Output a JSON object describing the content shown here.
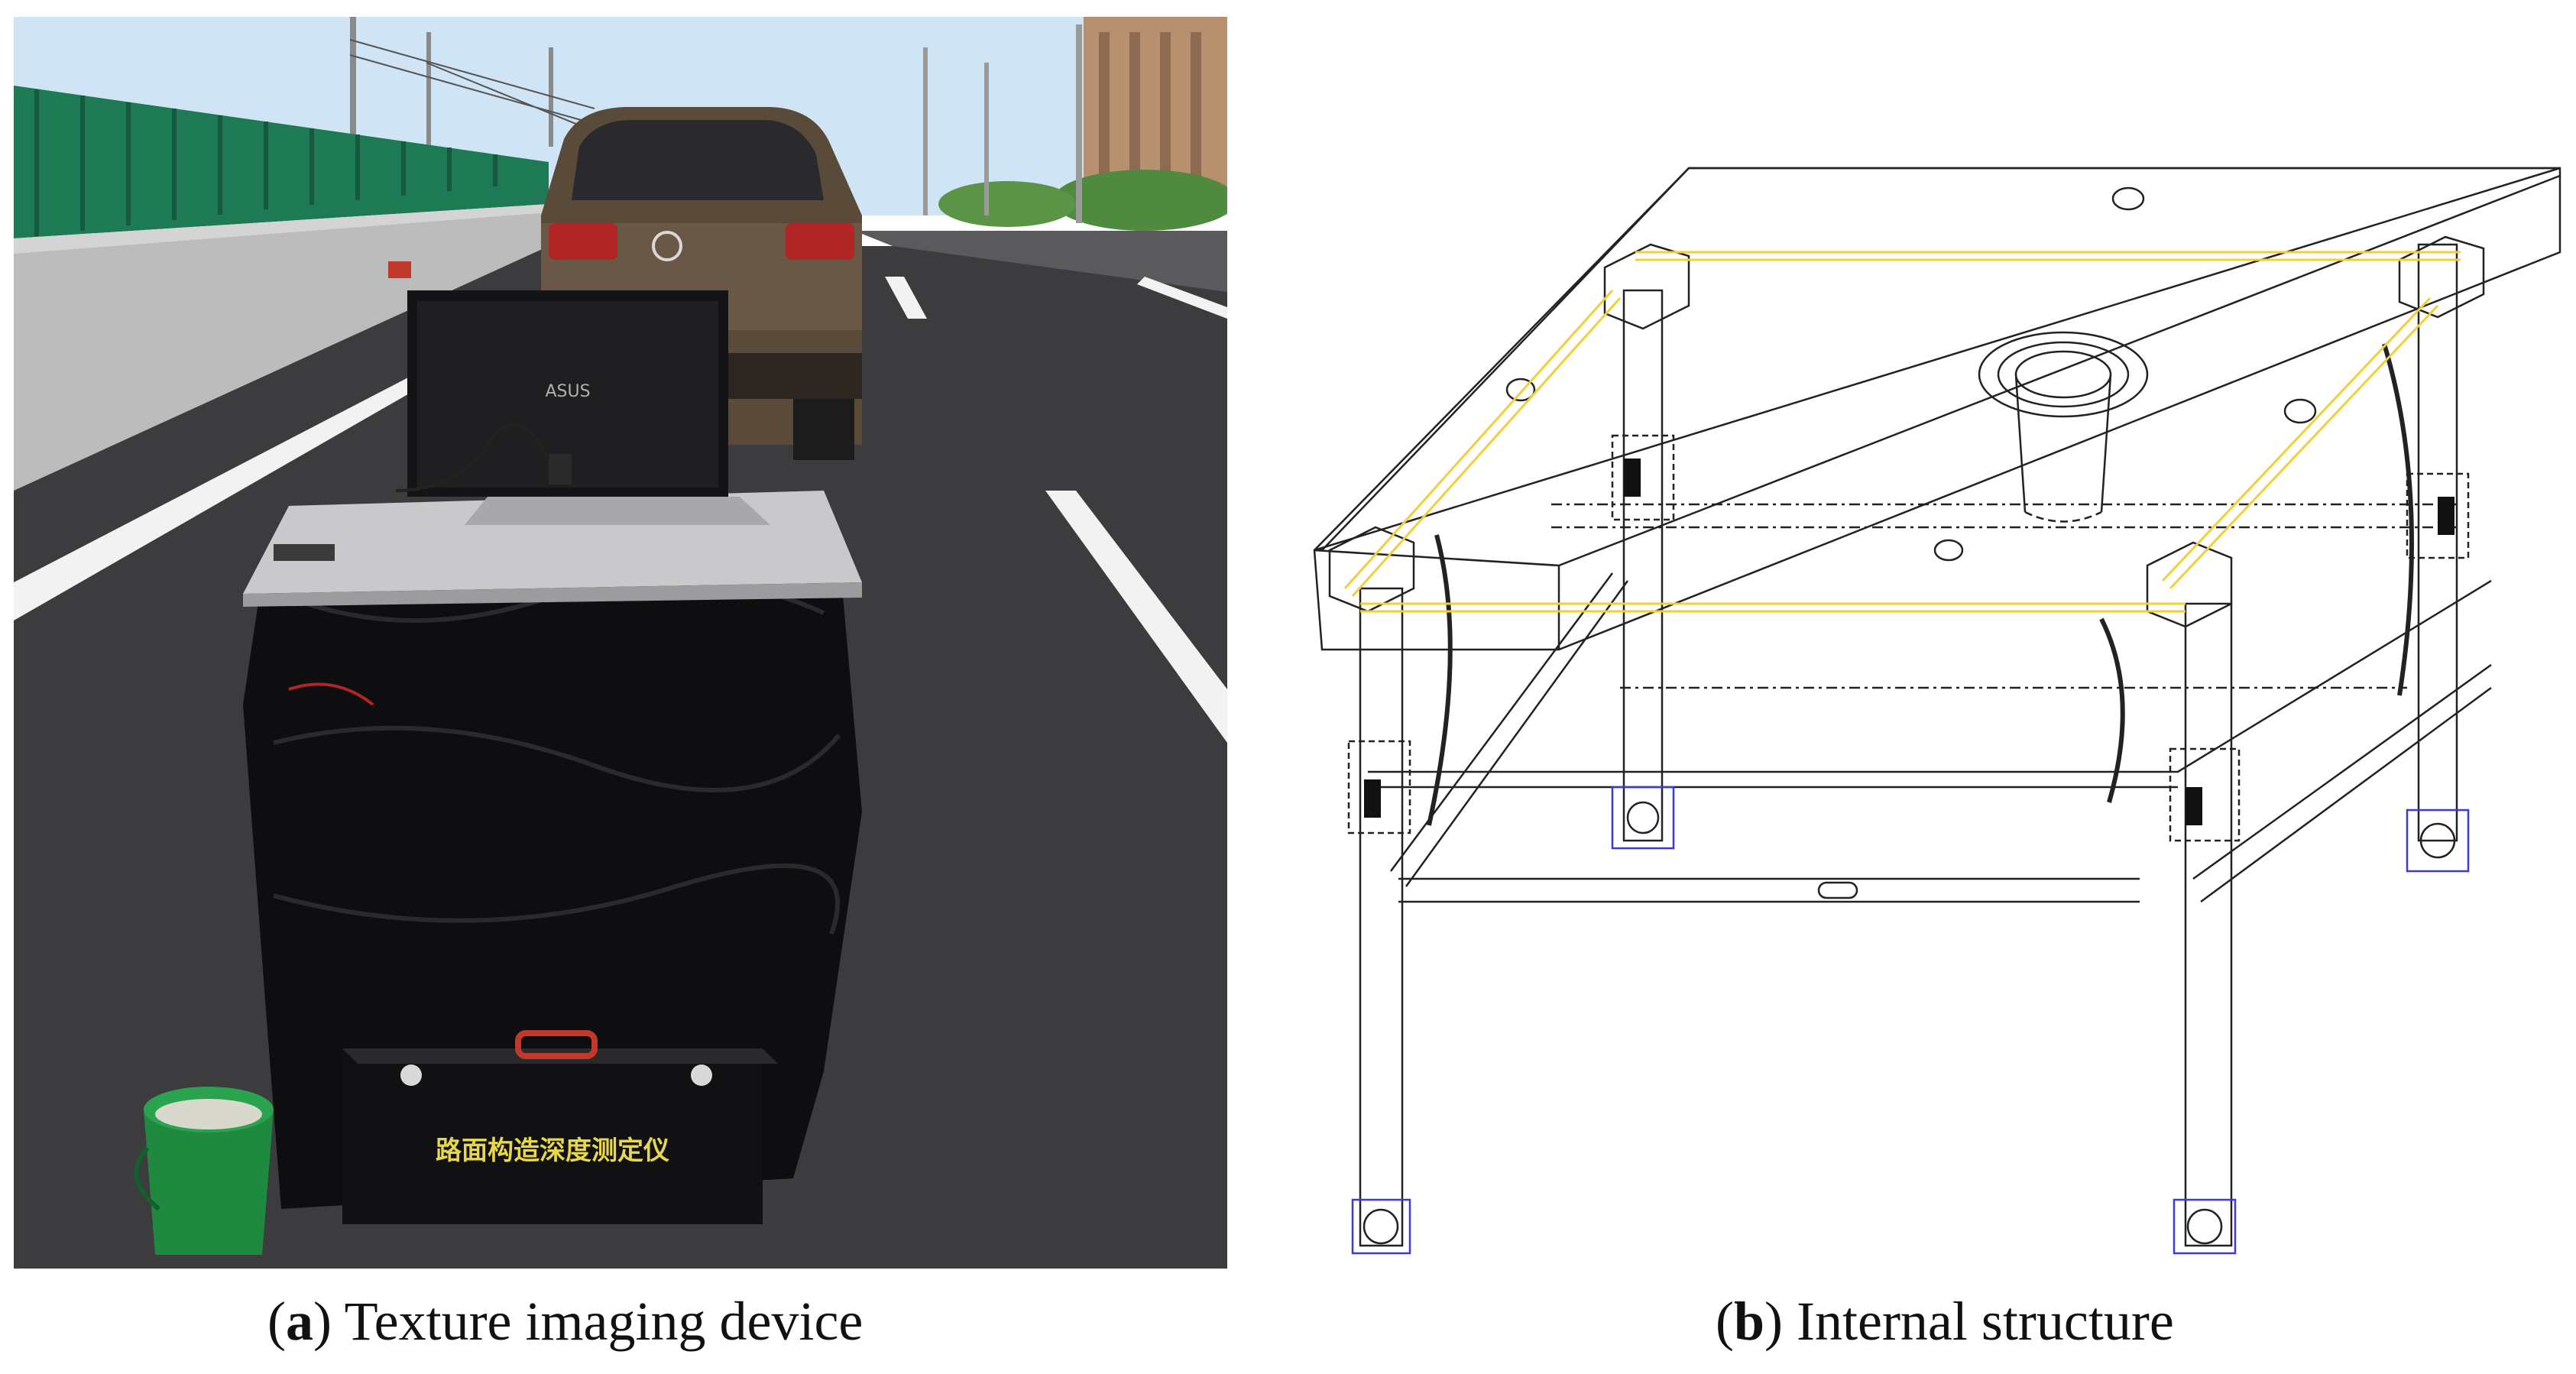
{
  "captions": {
    "a": {
      "open": "(",
      "letter": "a",
      "close": ")",
      "text": " Texture imaging device"
    },
    "b": {
      "open": "(",
      "letter": "b",
      "close": ")",
      "text": " Internal structure"
    }
  },
  "photo": {
    "laptop_brand": "ASUS",
    "box_label": "路面构造深度测定仪"
  },
  "colors": {
    "sky": "#cfe4f5",
    "asphalt": "#3c3c3e",
    "barrier_green": "#1e7a55",
    "wall_gray": "#bcbcbc",
    "car_bronze": "#5a4a3a",
    "cover_black": "#0e0e10",
    "bucket_green": "#1f8a3f",
    "box_label_yellow": "#e6d84a",
    "diagram_line": "#222222",
    "diagram_yellow": "#f2cf3a",
    "diagram_blue": "#3a3ae0"
  }
}
